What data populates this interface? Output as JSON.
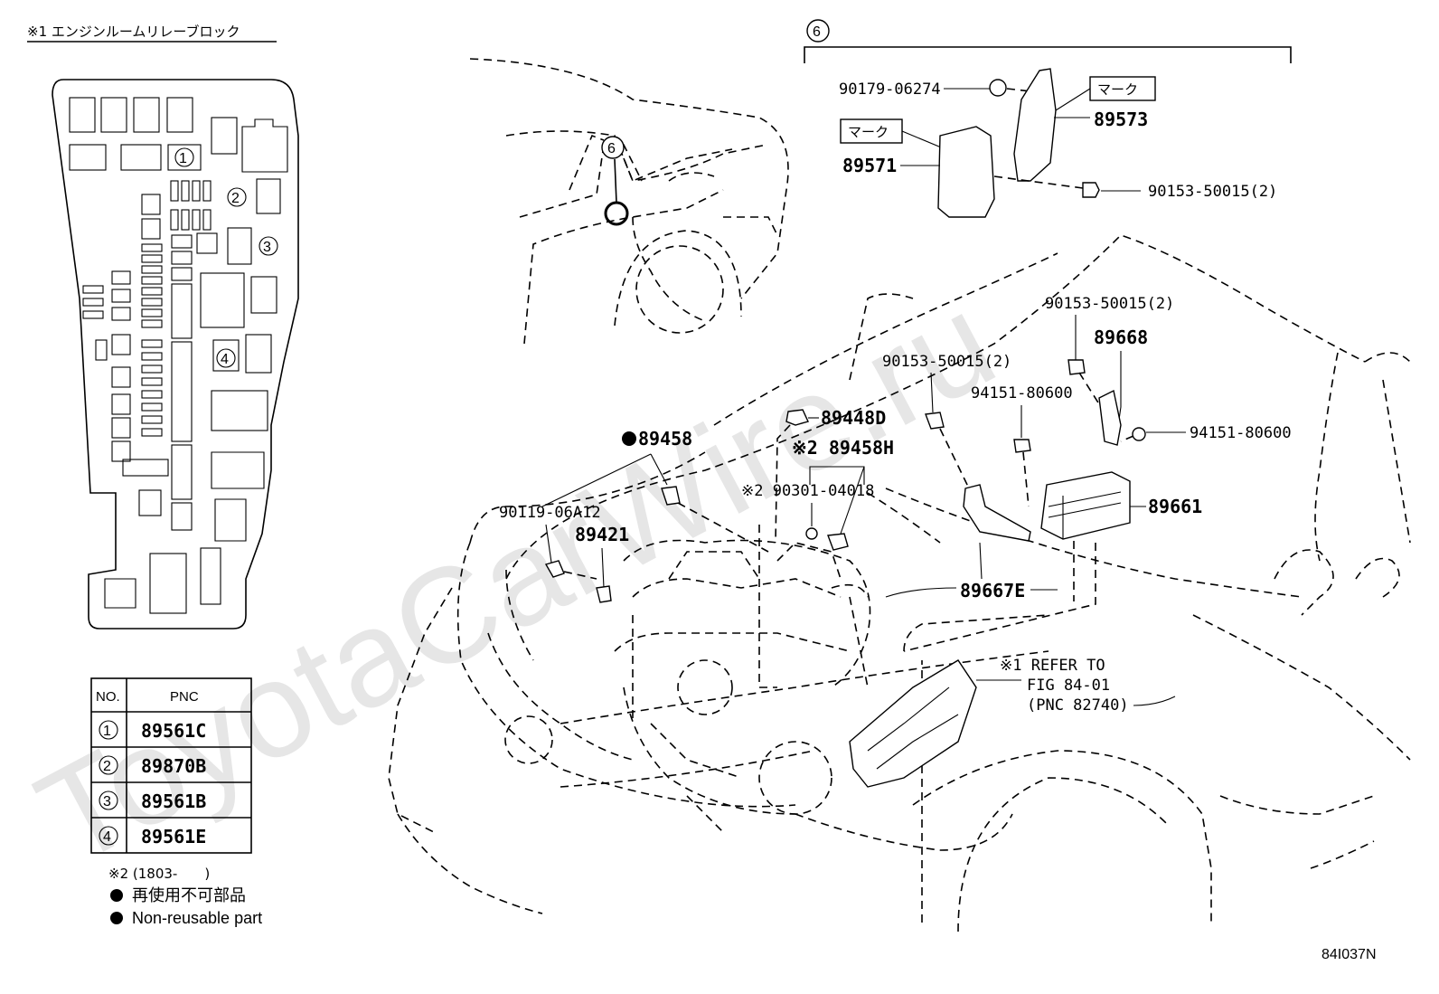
{
  "watermark": "ToyotaCarWire.ru",
  "relay_block": {
    "title": "※1 エンジンルームリレーブロック",
    "markers": [
      "1",
      "2",
      "3",
      "4"
    ]
  },
  "pnc_table": {
    "header_no": "NO.",
    "header_pnc": "PNC",
    "rows": [
      {
        "no": "1",
        "pnc": "89561C"
      },
      {
        "no": "2",
        "pnc": "89870B"
      },
      {
        "no": "3",
        "pnc": "89561B"
      },
      {
        "no": "4",
        "pnc": "89561E"
      }
    ]
  },
  "footnotes": {
    "note2": "※2 (1803-　　)",
    "non_reusable_jp": "再使用不可部品",
    "non_reusable_en": "Non-reusable part"
  },
  "group_callout": "6",
  "labels": {
    "mark_upper": "マーク",
    "mark_lower": "マーク",
    "p90179": "90179-06274",
    "p89573": "89573",
    "p89571": "89571",
    "p90153_top": "90153-50015(2)",
    "p90153_mid": "90153-50015(2)",
    "p90153_left": "90153-50015(2)",
    "p89668": "89668",
    "p94151_a": "94151-80600",
    "p94151_b": "94151-80600",
    "p89661": "89661",
    "p89667E": "89667E",
    "p89448D": "89448D",
    "p89458H": "※2 89458H",
    "p90301": "※2 90301-04018",
    "p89458": "89458",
    "p90119": "90119-06A12",
    "p89421": "89421",
    "refer_1": "※1 REFER TO",
    "refer_2": "FIG 84-01",
    "refer_3": "(PNC 82740)"
  },
  "figure_id": "84I037N"
}
